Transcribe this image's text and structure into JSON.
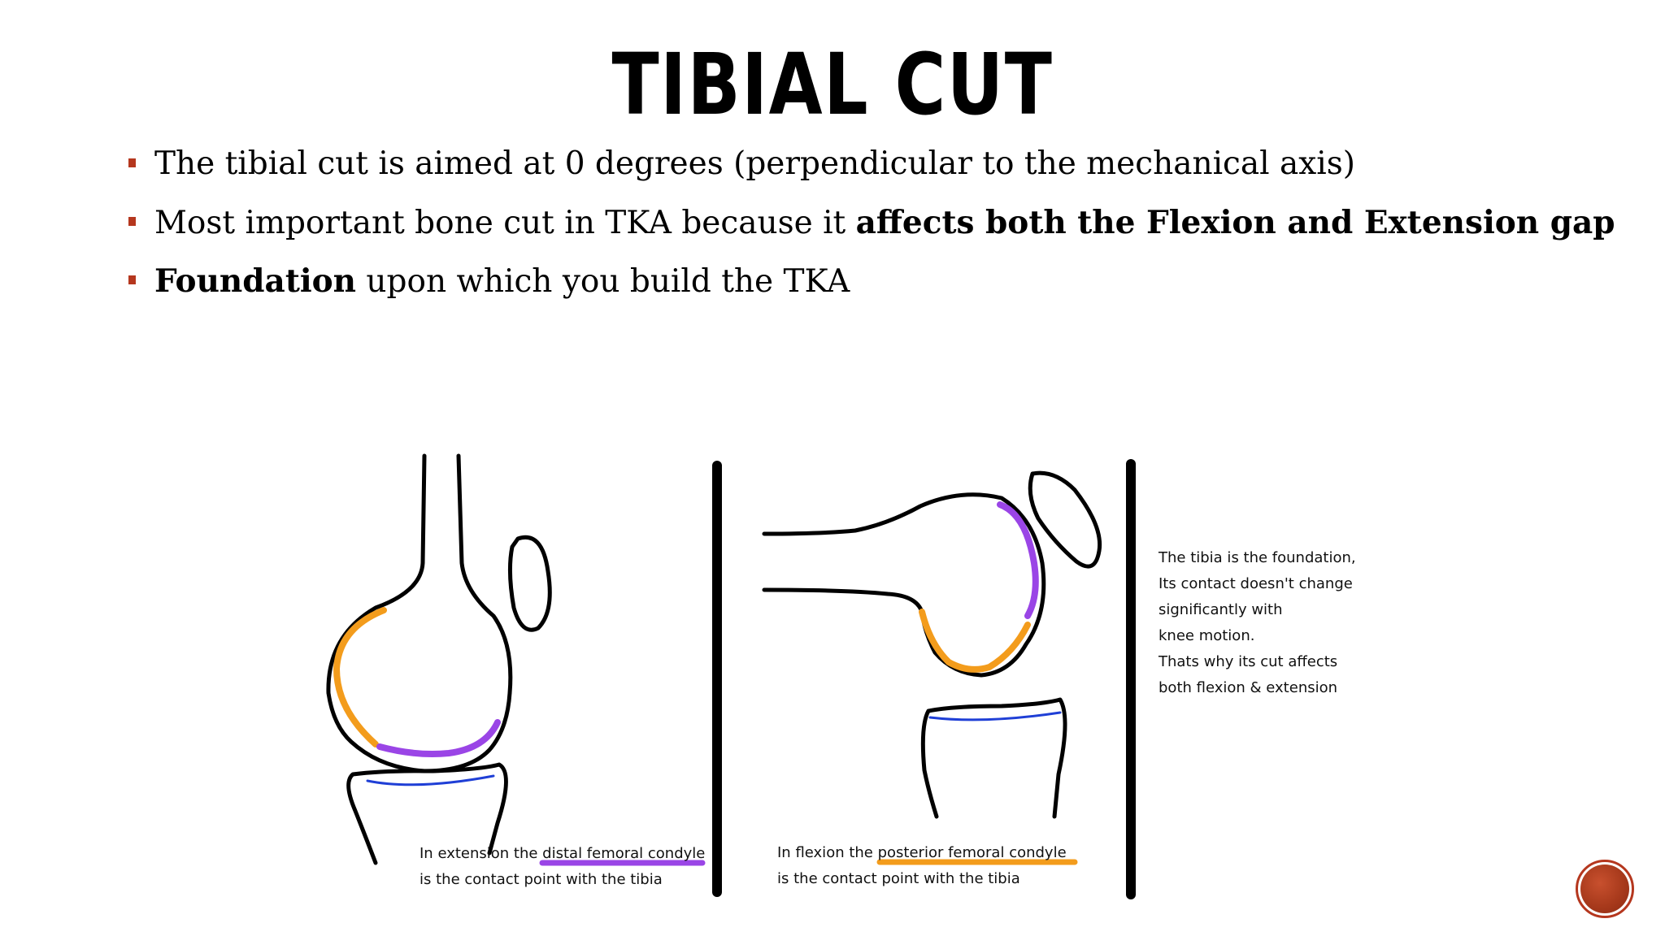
{
  "slide": {
    "title": "TIBIAL  CUT",
    "bullets": [
      {
        "parts": [
          {
            "text": "The tibial cut is aimed at 0 degrees (perpendicular to the mechanical axis)",
            "bold": false
          }
        ]
      },
      {
        "parts": [
          {
            "text": "Most important bone cut in TKA because it ",
            "bold": false
          },
          {
            "text": "affects both the Flexion and Extension gap",
            "bold": true
          }
        ]
      },
      {
        "parts": [
          {
            "text": "Foundation",
            "bold": true
          },
          {
            "text": " upon which you build the TKA",
            "bold": false
          }
        ]
      }
    ],
    "accent_color": "#b5371e"
  },
  "figure": {
    "extension_caption": {
      "line1_prefix": "In extension the ",
      "line1_highlight": "distal femoral condyle",
      "line2": "is the contact point with the tibia"
    },
    "flexion_caption": {
      "line1_prefix": "In flexion the ",
      "line1_highlight": "posterior femoral condyle",
      "line2": "is the contact point with the tibia"
    },
    "side_note": [
      "The tibia is the foundation,",
      "Its contact doesn't change",
      "significantly with",
      "knee motion.",
      "Thats why its cut affects",
      "both flexion & extension"
    ],
    "colors": {
      "outline": "#000000",
      "distal_condyle": "#9a45e6",
      "posterior_condyle": "#f39c1c",
      "tibial_surface": "#1f3fd6"
    }
  },
  "controls": {
    "nav_button_icon": "circle-button-icon"
  }
}
